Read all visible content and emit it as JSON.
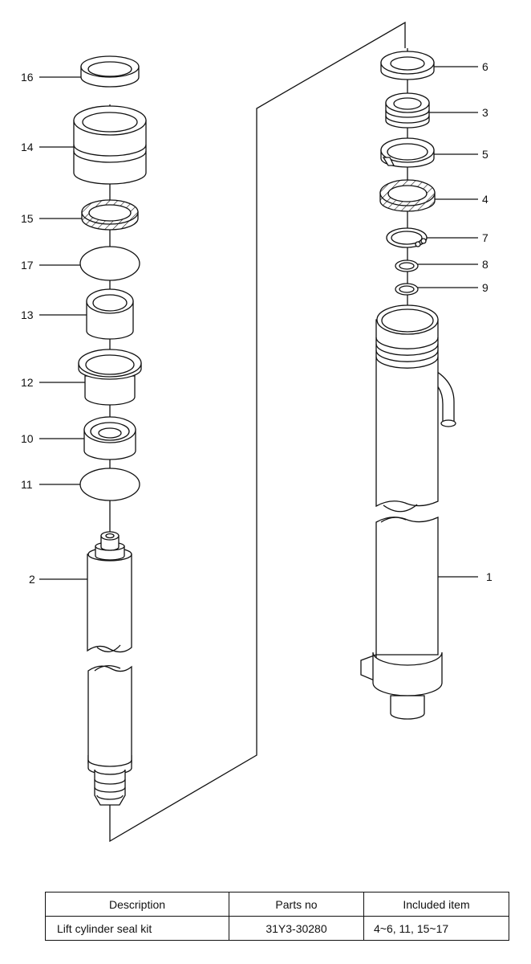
{
  "diagram": {
    "labels": {
      "p16": "16",
      "p14": "14",
      "p15": "15",
      "p17": "17",
      "p13": "13",
      "p12": "12",
      "p10": "10",
      "p11": "11",
      "p2": "2",
      "p6": "6",
      "p3": "3",
      "p5": "5",
      "p4": "4",
      "p7": "7",
      "p8": "8",
      "p9": "9",
      "p1": "1"
    }
  },
  "table": {
    "headers": [
      "Description",
      "Parts no",
      "Included item"
    ],
    "rows": [
      [
        "Lift cylinder seal kit",
        "31Y3-30280",
        "4~6, 11, 15~17"
      ]
    ]
  }
}
